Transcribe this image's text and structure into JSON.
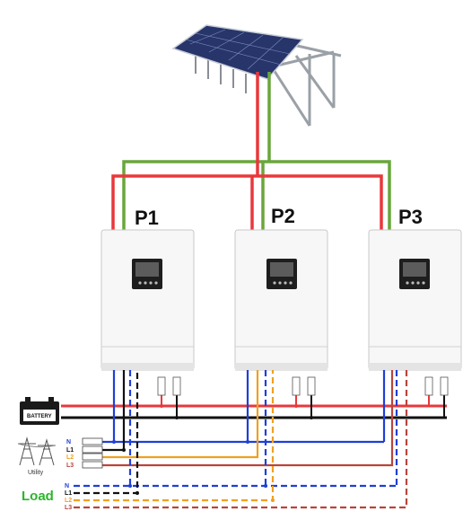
{
  "units": [
    {
      "label": "P1"
    },
    {
      "label": "P2"
    },
    {
      "label": "P3"
    }
  ],
  "battery": {
    "label": "BATTERY"
  },
  "utility": {
    "label": "Utility",
    "phases": [
      "N",
      "L1",
      "L2",
      "L3"
    ]
  },
  "load": {
    "label": "Load",
    "phases": [
      "N",
      "L1",
      "L2",
      "L3"
    ]
  },
  "colors": {
    "pv_positive": "#e8383c",
    "pv_negative": "#6aa63c",
    "battery_positive": "#e8383c",
    "battery_negative": "#111111",
    "neutral": "#1f3fd6",
    "l1": "#111111",
    "l2": "#f0a020",
    "l3": "#b8453c",
    "load_text": "#2bb52b"
  }
}
